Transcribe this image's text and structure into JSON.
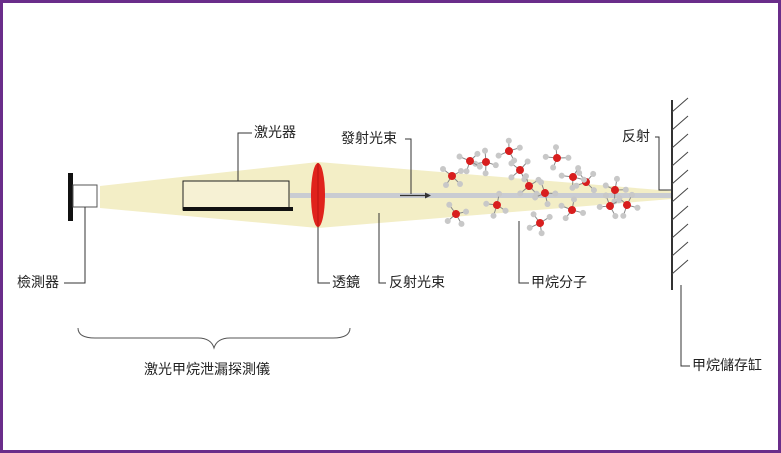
{
  "colors": {
    "frame": "#6a2d8a",
    "beam": "#f3eec6",
    "lens": "#e0231c",
    "atom_carbon": "#d81e1e",
    "atom_hydrogen": "#c8c8c8",
    "line": "#333333"
  },
  "labels": {
    "laser": "激光器",
    "emitted_beam": "發射光束",
    "reflection": "反射",
    "detector": "檢測器",
    "lens": "透鏡",
    "reflected_beam": "反射光束",
    "methane_molecules": "甲烷分子",
    "device": "激光甲烷泄漏探測儀",
    "storage_tank": "甲烷儲存缸"
  }
}
